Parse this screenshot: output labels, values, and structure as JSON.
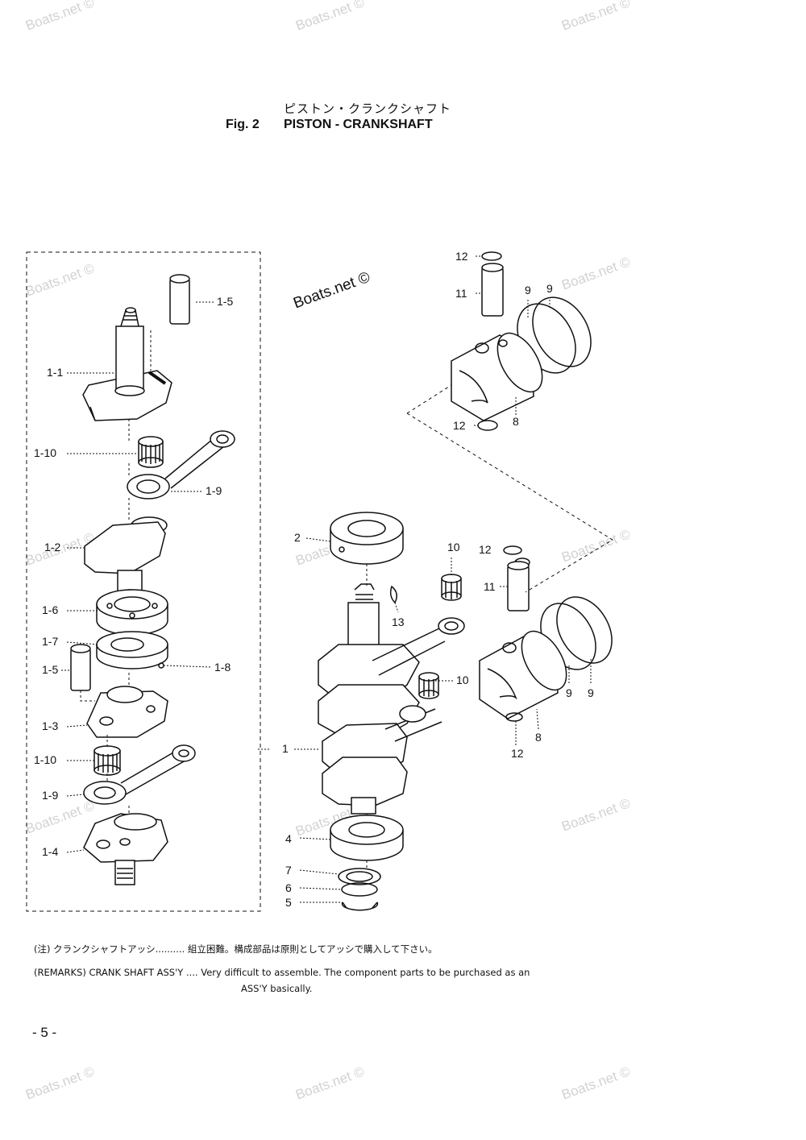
{
  "header": {
    "japanese_title": "ピストン・クランクシャフト",
    "figure_number": "Fig. 2",
    "figure_title": "PISTON - CRANKSHAFT"
  },
  "watermark": {
    "repeated_text": "Boats.net ©",
    "main_mark": "Boats.net ©"
  },
  "callouts": {
    "assembly_left": [
      "1-1",
      "1-5",
      "1-10",
      "1-9",
      "1-2",
      "1-6",
      "1-7",
      "1-5",
      "1-8",
      "1-3",
      "1-10",
      "1-9",
      "1-4"
    ],
    "assembly_main": [
      "1",
      "2",
      "13",
      "10",
      "12",
      "11",
      "10",
      "9",
      "9",
      "8",
      "12",
      "4",
      "7",
      "6",
      "5"
    ],
    "piston_upper": [
      "12",
      "11",
      "9",
      "9",
      "12",
      "8"
    ]
  },
  "remarks": {
    "japanese": "(注) クランクシャフトアッシ.......... 組立困難。構成部品は原則としてアッシで購入して下さい。",
    "english_line1": "(REMARKS) CRANK SHAFT ASS'Y .... Very difficult to assemble. The component parts to be purchased as an",
    "english_line2": "ASS'Y basically."
  },
  "page": {
    "number": "- 5 -"
  }
}
